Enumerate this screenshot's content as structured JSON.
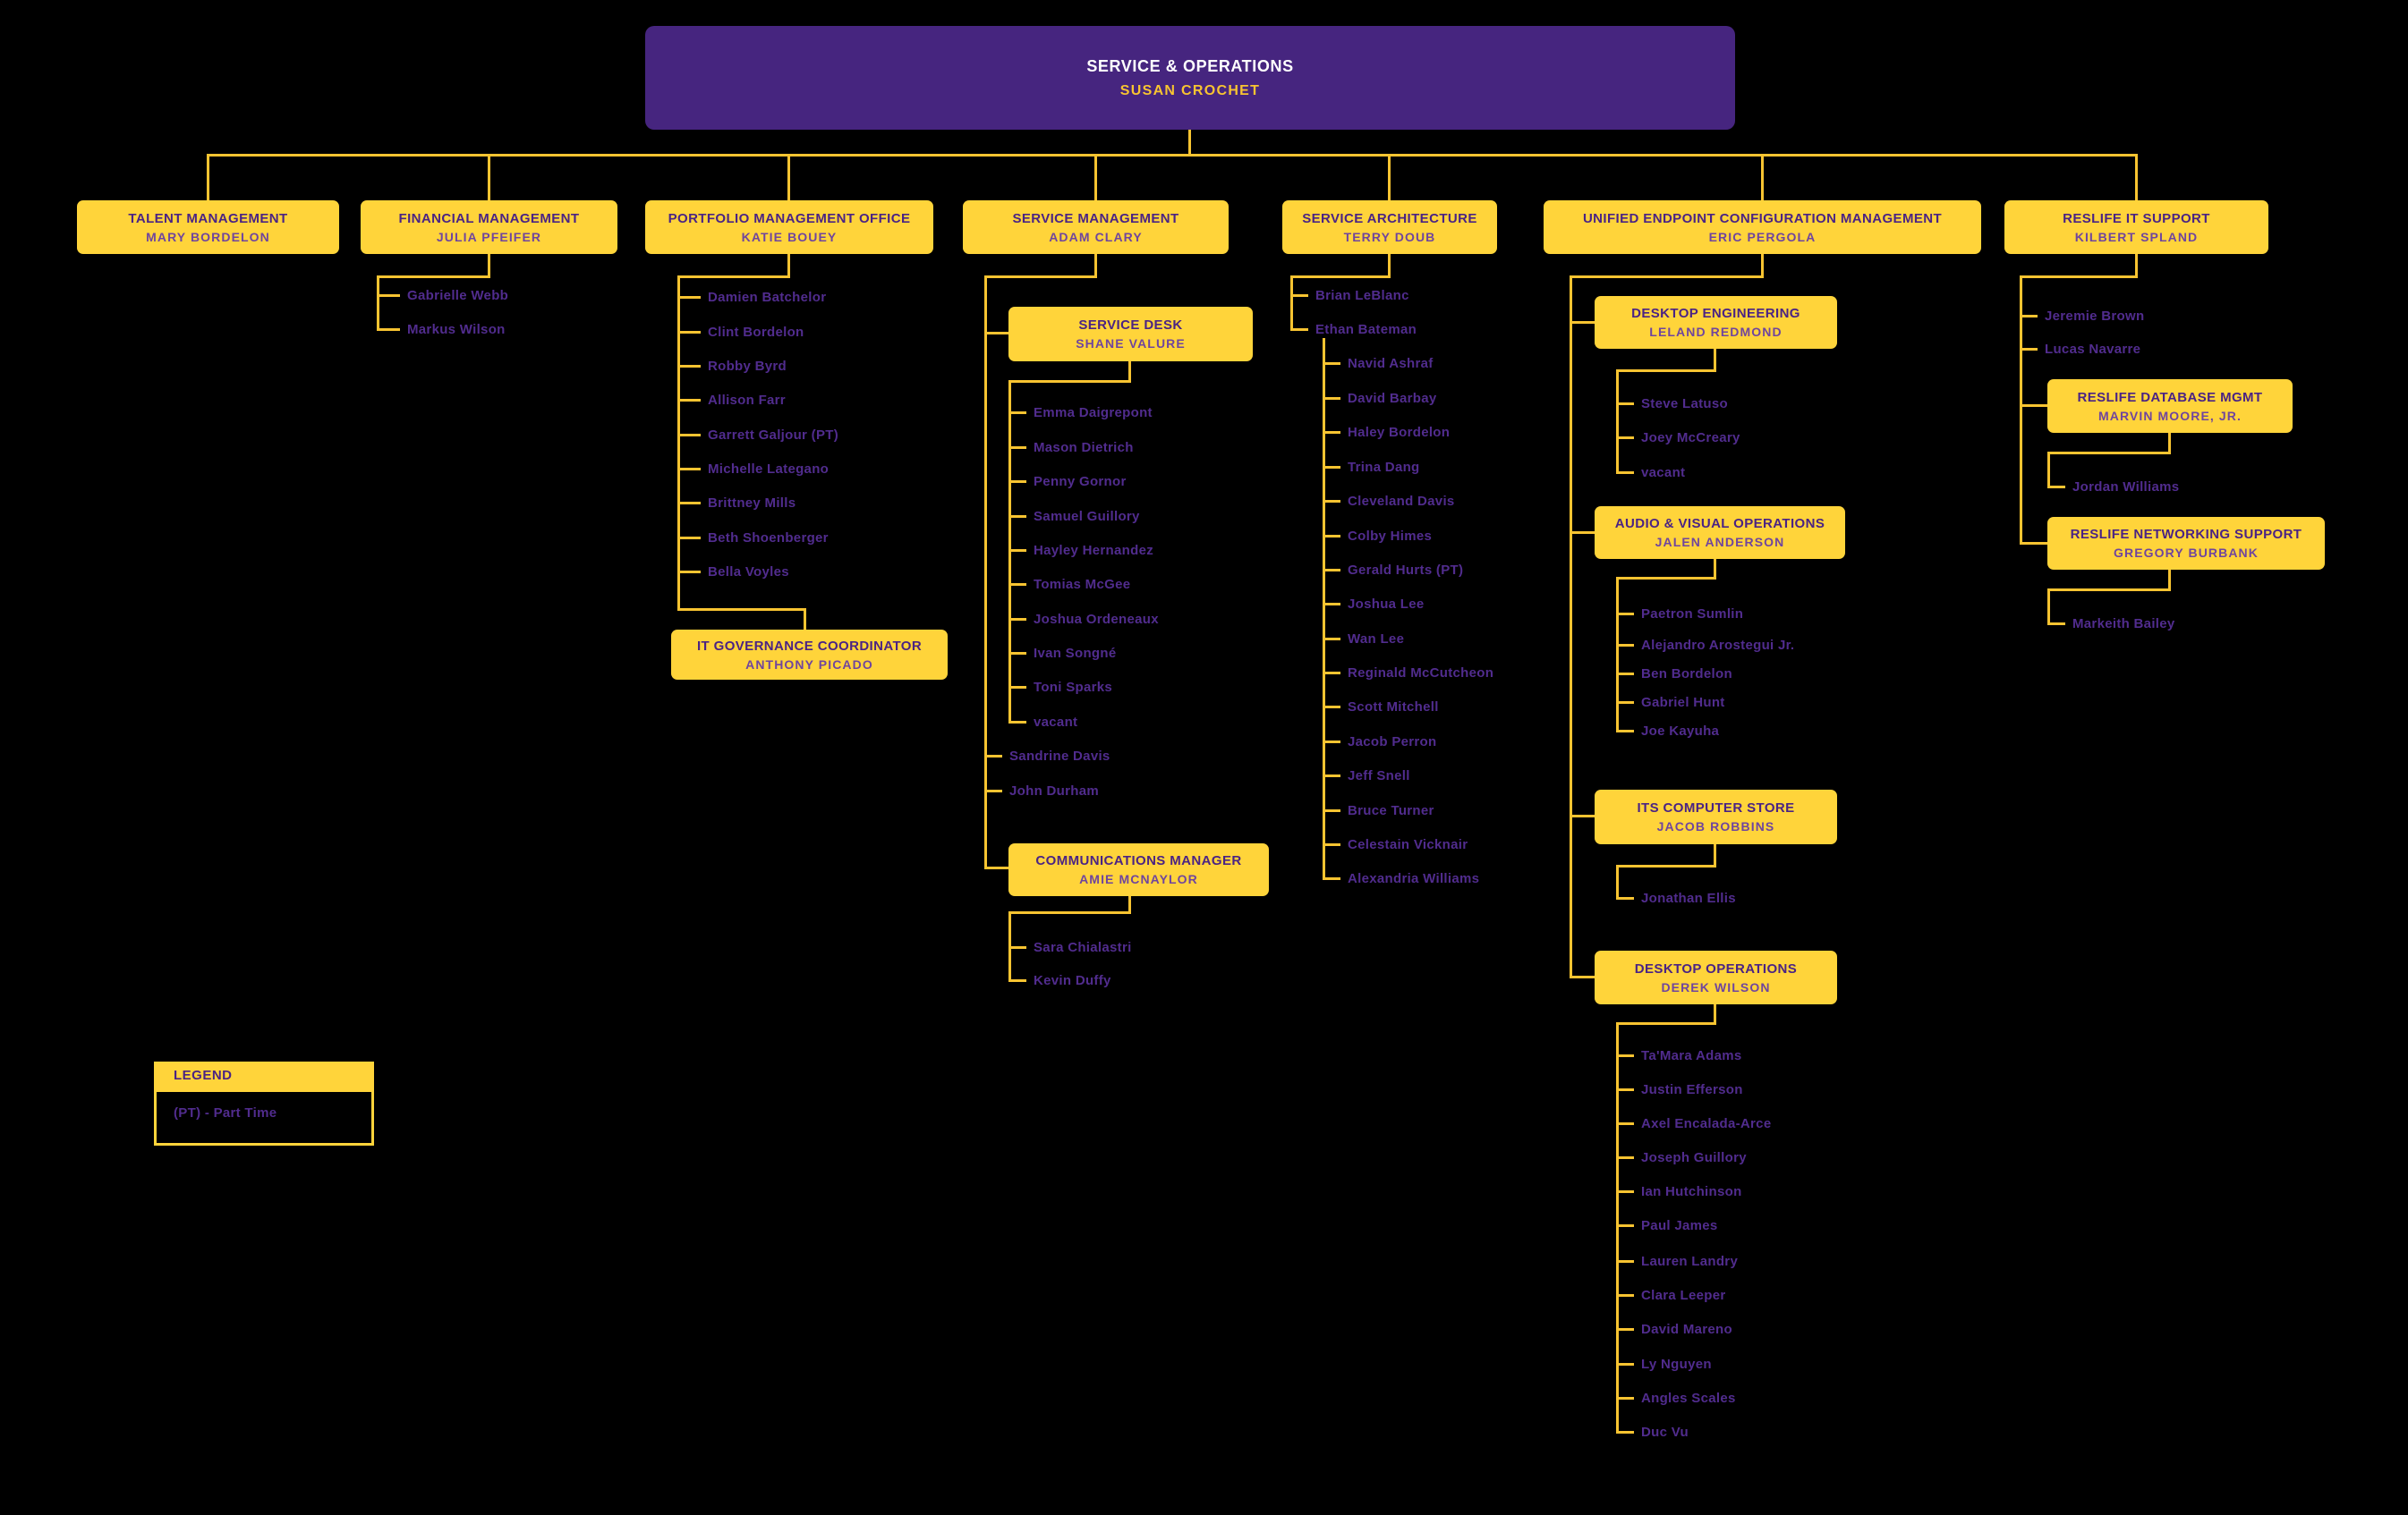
{
  "root": {
    "title": "SERVICE & OPERATIONS",
    "name": "SUSAN CROCHET"
  },
  "legend": {
    "title": "LEGEND",
    "entry": "(PT) - Part Time"
  },
  "colors": {
    "purple": "#46257f",
    "gold": "#ffd43a",
    "line": "#f8c431",
    "title": "#4a2384",
    "boxname": "#6f459e",
    "member": "#512c8e"
  },
  "org": {
    "talent": {
      "title": "TALENT MANAGEMENT",
      "name": "MARY BORDELON"
    },
    "financial": {
      "title": "FINANCIAL MANAGEMENT",
      "name": "JULIA PFEIFER",
      "members": [
        "Gabrielle Webb",
        "Markus Wilson"
      ]
    },
    "portfolio": {
      "title": "PORTFOLIO MANAGEMENT OFFICE",
      "name": "KATIE BOUEY",
      "members": [
        "Damien Batchelor",
        "Clint Bordelon",
        "Robby Byrd",
        "Allison Farr",
        "Garrett Galjour (PT)",
        "Michelle Lategano",
        "Brittney Mills",
        "Beth Shoenberger",
        "Bella Voyles"
      ]
    },
    "it_governance": {
      "title": "IT GOVERNANCE COORDINATOR",
      "name": "ANTHONY PICADO"
    },
    "service_management": {
      "title": "SERVICE MANAGEMENT",
      "name": "ADAM CLARY",
      "members": [
        "Sandrine Davis",
        "John Durham"
      ]
    },
    "service_desk": {
      "title": "SERVICE DESK",
      "name": "SHANE VALURE",
      "members": [
        "Emma Daigrepont",
        "Mason Dietrich",
        "Penny Gornor",
        "Samuel Guillory",
        "Hayley Hernandez",
        "Tomias McGee",
        "Joshua Ordeneaux",
        "Ivan Songné",
        "Toni Sparks",
        "vacant"
      ]
    },
    "communications": {
      "title": "COMMUNICATIONS MANAGER",
      "name": "AMIE MCNAYLOR",
      "members": [
        "Sara Chialastri",
        "Kevin Duffy"
      ]
    },
    "service_architecture": {
      "title": "SERVICE ARCHITECTURE",
      "name": "TERRY DOUB",
      "members": [
        "Brian LeBlanc",
        "Ethan Bateman"
      ],
      "team": [
        "Navid Ashraf",
        "David Barbay",
        "Haley Bordelon",
        "Trina Dang",
        "Cleveland Davis",
        "Colby Himes",
        "Gerald Hurts (PT)",
        "Joshua Lee",
        "Wan Lee",
        "Reginald McCutcheon",
        "Scott Mitchell",
        "Jacob Perron",
        "Jeff Snell",
        "Bruce Turner",
        "Celestain Vicknair",
        "Alexandria Williams"
      ]
    },
    "uecm": {
      "title": "UNIFIED ENDPOINT CONFIGURATION MANAGEMENT",
      "name": "ERIC PERGOLA"
    },
    "desktop_engineering": {
      "title": "DESKTOP ENGINEERING",
      "name": "LELAND REDMOND",
      "members": [
        "Steve Latuso",
        "Joey McCreary",
        "vacant"
      ]
    },
    "av_operations": {
      "title": "AUDIO & VISUAL OPERATIONS",
      "name": "JALEN ANDERSON",
      "members": [
        "Paetron Sumlin",
        "Alejandro Arostegui Jr.",
        "Ben Bordelon",
        "Gabriel Hunt",
        "Joe Kayuha"
      ]
    },
    "computer_store": {
      "title": "ITS COMPUTER STORE",
      "name": "JACOB ROBBINS",
      "members": [
        "Jonathan Ellis"
      ]
    },
    "desktop_operations": {
      "title": "DESKTOP OPERATIONS",
      "name": "DEREK WILSON",
      "members": [
        "Ta'Mara Adams",
        "Justin Efferson",
        "Axel Encalada-Arce",
        "Joseph Guillory",
        "Ian Hutchinson",
        "Paul James",
        "Lauren Landry",
        "Clara Leeper",
        "David Mareno",
        "Ly Nguyen",
        "Angles Scales",
        "Duc Vu"
      ]
    },
    "reslife": {
      "title": "RESLIFE IT SUPPORT",
      "name": "KILBERT SPLAND",
      "members": [
        "Jeremie Brown",
        "Lucas Navarre"
      ]
    },
    "reslife_database": {
      "title": "RESLIFE DATABASE MGMT",
      "name": "MARVIN MOORE, JR.",
      "members": [
        "Jordan Williams"
      ]
    },
    "reslife_networking": {
      "title": "RESLIFE NETWORKING SUPPORT",
      "name": "GREGORY BURBANK",
      "members": [
        "Markeith Bailey"
      ]
    }
  }
}
